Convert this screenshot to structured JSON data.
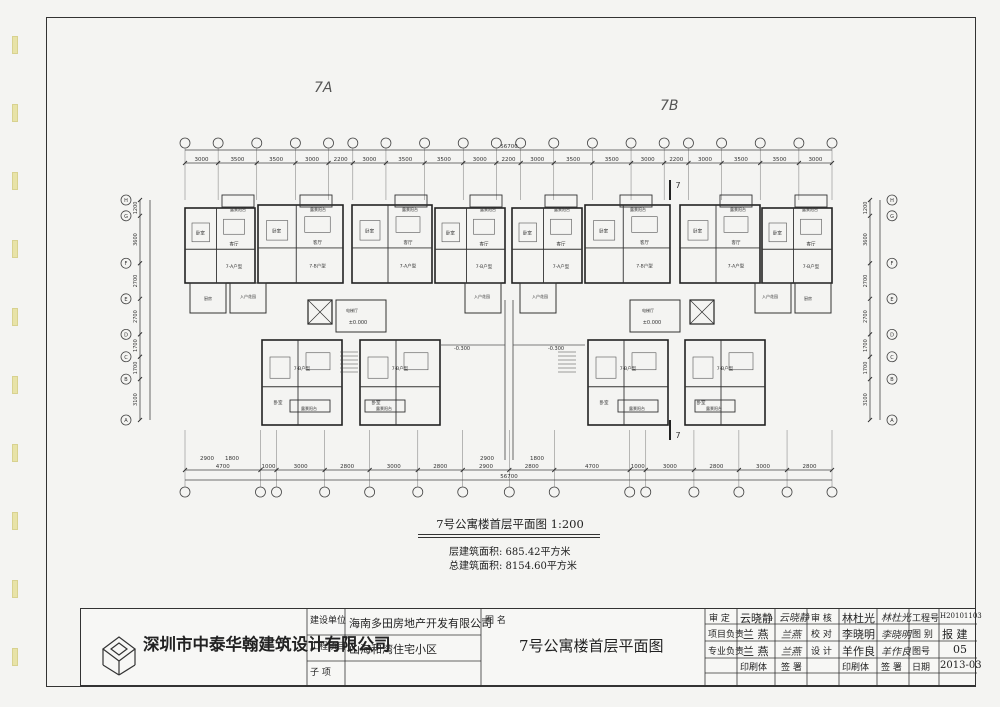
{
  "handwritten_marks": [
    "7A",
    "7B"
  ],
  "drawing": {
    "title": "7号公寓楼首层平面图 1:200",
    "area_floor": "层建筑面积: 685.42平方米",
    "area_total": "总建筑面积: 8154.60平方米"
  },
  "plan": {
    "top_dims": [
      "3000",
      "3500",
      "3500",
      "3000",
      "2200",
      "3000",
      "3500",
      "3500",
      "3000",
      "2200",
      "3000",
      "3500",
      "3500",
      "3000",
      "2200",
      "3000",
      "3500",
      "3500",
      "3000"
    ],
    "bottom_dims": [
      "4700",
      "1000",
      "3000",
      "2800",
      "3000",
      "2800",
      "2900",
      "2800",
      "4700",
      "1000",
      "3000",
      "2800",
      "3000",
      "2800"
    ],
    "bottom_sub": [
      "2900",
      "1800",
      "2900",
      "1800"
    ],
    "total_width": "56700",
    "left_dims": [
      "1200",
      "3600",
      "2700",
      "2700",
      "1700",
      "1700",
      "3100"
    ],
    "axis_letters": [
      "H",
      "G",
      "F",
      "E",
      "D",
      "C",
      "B",
      "A"
    ],
    "elevations": [
      "-0.300",
      "-0.300",
      "±0.000",
      "±0.000"
    ],
    "section_mark": "7",
    "room_labels": [
      "卧室",
      "客厅",
      "厨房",
      "卫生间",
      "露景阳台",
      "入户花园",
      "电梯厅",
      "7-A户型",
      "7-B户型"
    ]
  },
  "title_block": {
    "company": "深圳市中泰华翰建筑设计有限公司",
    "client_label": "建设单位",
    "client": "海南多田房地产开发有限公司",
    "project_label": "工程项目",
    "project": "山海和湾住宅小区",
    "sub_label": "子  项",
    "drawing_name_label": "图  名",
    "drawing_name": "7号公寓楼首层平面图",
    "approve_label": "审  定",
    "approve": "云晓静",
    "check_label": "审  核",
    "check": "林杜光",
    "leader_label": "项目负责",
    "leader": "兰  燕",
    "proofread_label": "校  对",
    "proofread": "李晓明",
    "discipline_label": "专业负责",
    "discipline": "兰  燕",
    "design_label": "设  计",
    "design": "羊作良",
    "print_label1": "印刷体",
    "sign_label1": "签  署",
    "print_label2": "印刷体",
    "sign_label2": "签  署",
    "proj_no_label": "工程号",
    "proj_no": "H20101103",
    "type_label": "图  别",
    "type": "报  建",
    "no_label": "图号",
    "no": "05",
    "date_label": "日期",
    "date": "2013-03"
  }
}
